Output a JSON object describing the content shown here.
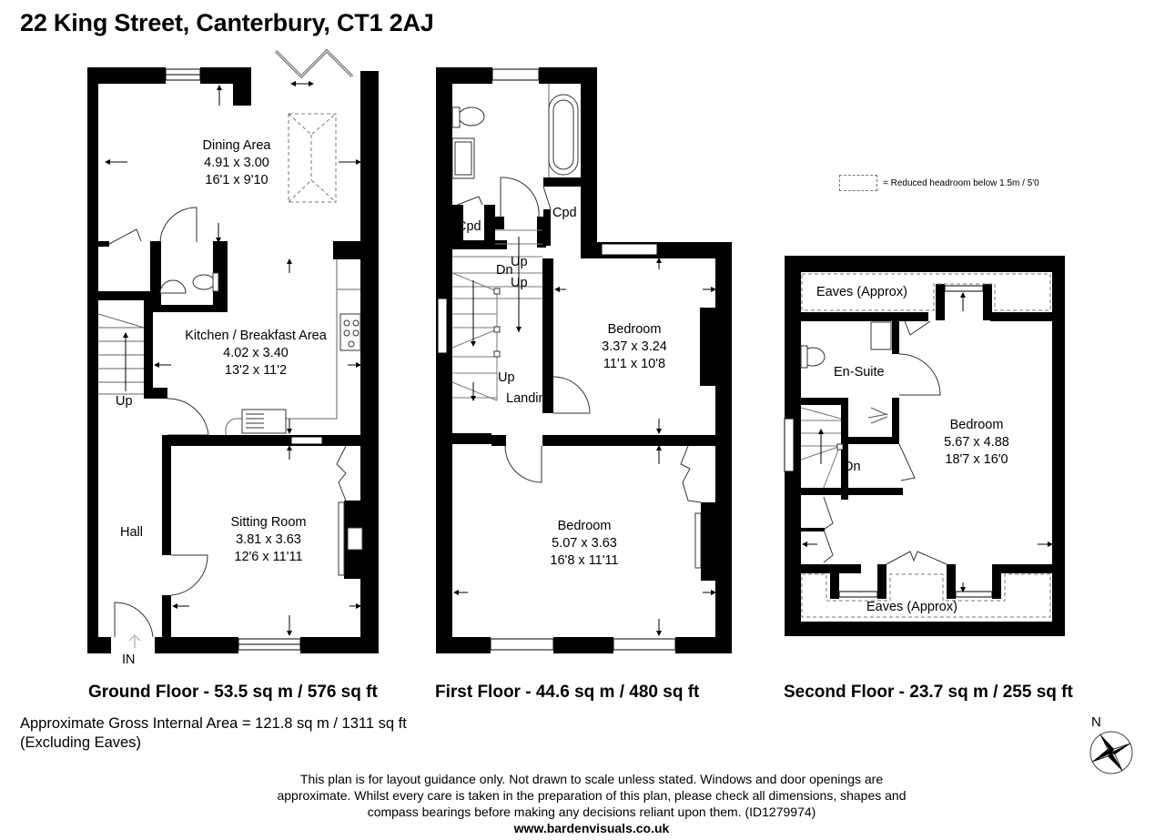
{
  "title": "22 King Street, Canterbury, CT1 2AJ",
  "legend": {
    "symbol": "dashed-rectangle",
    "text": "= Reduced headroom below 1.5m / 5'0"
  },
  "floors": [
    {
      "label": "Ground Floor - 53.5 sq m / 576 sq ft",
      "rooms": [
        {
          "name": "Dining Area",
          "metric": "4.91 x 3.00",
          "imperial": "16'1 x 9'10"
        },
        {
          "name": "Kitchen / Breakfast Area",
          "metric": "4.02 x 3.40",
          "imperial": "13'2 x 11'2"
        },
        {
          "name": "Sitting Room",
          "metric": "3.81 x 3.63",
          "imperial": "12'6 x 11'11"
        },
        {
          "name": "Hall"
        }
      ],
      "annotations": {
        "stairs": "Up",
        "entrance": "IN"
      }
    },
    {
      "label": "First Floor - 44.6 sq m / 480 sq ft",
      "rooms": [
        {
          "name": "Bedroom",
          "metric": "3.37 x 3.24",
          "imperial": "11'1 x 10'8"
        },
        {
          "name": "Bedroom",
          "metric": "5.07 x 3.63",
          "imperial": "16'8 x 11'11"
        },
        {
          "name": "Landing"
        },
        {
          "name": "Cpd"
        },
        {
          "name": "Cpd"
        }
      ],
      "annotations": {
        "stairs_dn": "Dn",
        "stairs_up_1": "Up",
        "stairs_up_2": "Up",
        "stairs_up_3": "Up"
      }
    },
    {
      "label": "Second Floor - 23.7 sq m / 255 sq ft",
      "rooms": [
        {
          "name": "Bedroom",
          "metric": "5.67 x 4.88",
          "imperial": "18'7 x 16'0"
        },
        {
          "name": "En-Suite"
        },
        {
          "name": "Eaves (Approx)"
        },
        {
          "name": "Eaves (Approx)"
        }
      ],
      "annotations": {
        "stairs_dn": "Dn"
      }
    }
  ],
  "gross_area": {
    "line1": "Approximate Gross Internal Area = 121.8 sq m / 1311 sq ft",
    "line2": "(Excluding Eaves)"
  },
  "compass": {
    "label": "N",
    "icon": "compass-rose-icon"
  },
  "disclaimer": {
    "text": "This plan is for layout guidance only. Not drawn to scale unless stated. Windows and door openings are approximate. Whilst every care is taken in the preparation of this plan, please check all dimensions, shapes and compass bearings before making any decisions reliant upon them. (ID1279974)",
    "website": "www.bardenvisuals.co.uk"
  },
  "colors": {
    "wall": "#000000",
    "background": "#ffffff",
    "dashed": "#777777",
    "line": "#333333"
  }
}
